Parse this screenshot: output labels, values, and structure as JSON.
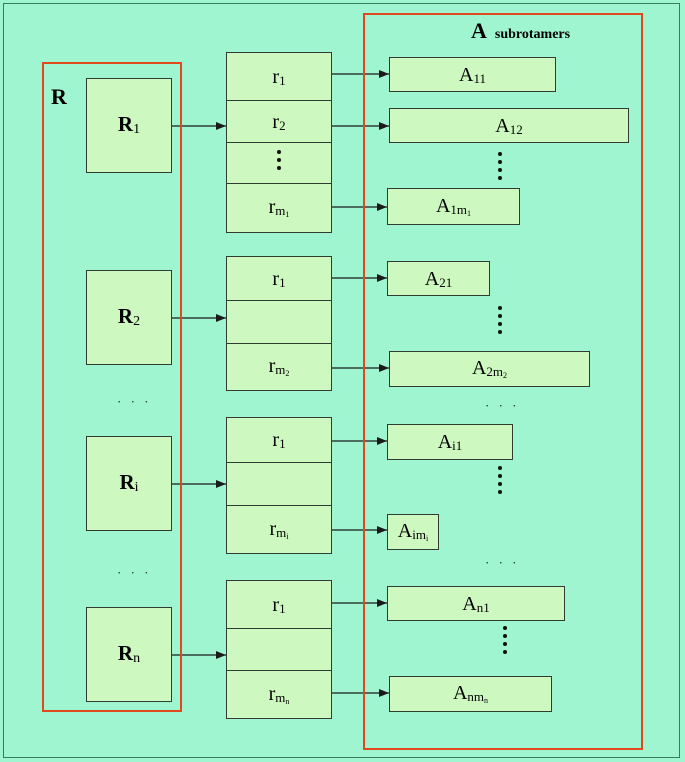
{
  "colors": {
    "background": "#9ef5d0",
    "box_fill": "#cdf8bf",
    "group_border": "#e2481e",
    "line": "#1a1a1a"
  },
  "R_group": {
    "title": "R"
  },
  "A_group": {
    "title": "A",
    "subtitle": "subrotamers"
  },
  "R_boxes": [
    {
      "base": "R",
      "sub": "1"
    },
    {
      "base": "R",
      "sub": "2"
    },
    {
      "base": "R",
      "sub": "i"
    },
    {
      "base": "R",
      "sub": "n"
    }
  ],
  "r_stacks": [
    {
      "cells": [
        {
          "base": "r",
          "sub": "1"
        },
        {
          "base": "r",
          "sub": "2"
        },
        {
          "base": "",
          "sub": ""
        },
        {
          "base": "r",
          "sub": "m",
          "sub2": "1"
        }
      ]
    },
    {
      "cells": [
        {
          "base": "r",
          "sub": "1"
        },
        {
          "base": "",
          "sub": ""
        },
        {
          "base": "r",
          "sub": "m",
          "sub2": "2"
        }
      ]
    },
    {
      "cells": [
        {
          "base": "r",
          "sub": "1"
        },
        {
          "base": "",
          "sub": ""
        },
        {
          "base": "r",
          "sub": "m",
          "sub2": "i"
        }
      ]
    },
    {
      "cells": [
        {
          "base": "r",
          "sub": "1"
        },
        {
          "base": "",
          "sub": ""
        },
        {
          "base": "r",
          "sub": "m",
          "sub2": "n"
        }
      ]
    }
  ],
  "A_boxes": [
    {
      "base": "A",
      "sub": "11"
    },
    {
      "base": "A",
      "sub": "12"
    },
    {
      "base": "A",
      "sub": "1m",
      "sub2": "1"
    },
    {
      "base": "A",
      "sub": "21"
    },
    {
      "base": "A",
      "sub": "2m",
      "sub2": "2"
    },
    {
      "base": "A",
      "sub": "i1"
    },
    {
      "base": "A",
      "sub": "im",
      "sub2": "i"
    },
    {
      "base": "A",
      "sub": "n1"
    },
    {
      "base": "A",
      "sub": "nm",
      "sub2": "n"
    }
  ],
  "ellipsis": "· · ·"
}
